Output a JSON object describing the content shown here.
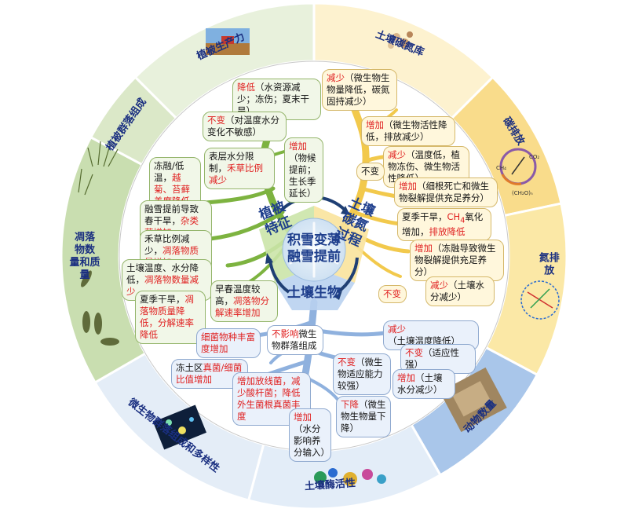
{
  "center": {
    "line1": "积雪变薄",
    "line2": "融雪提前"
  },
  "veg": {
    "label1": "植被",
    "label2": "特征"
  },
  "soil_cn": {
    "label1": "土壤",
    "label2": "碳氮",
    "label3": "过程"
  },
  "soil_bio": {
    "label": "土壤生物"
  },
  "sectors": {
    "veg_productivity": "植被生产力",
    "soil_cn_pool": "土壤碳氮库",
    "carbon_emission": "碳排放",
    "nitrogen_emission1": "氮排",
    "nitrogen_emission2": "放",
    "animal_count": "动物数量",
    "enzyme": "土壤酶活性",
    "microbe": "微生物群落组成和多样性",
    "litter1": "凋落",
    "litter2": "物数",
    "litter3": "量和质",
    "litter4": "量",
    "veg_community": "植被群落组成"
  },
  "icon_labels": {
    "ch4": "CH₄",
    "co2": "CO₂",
    "ch2o": "(CH₂O)ₙ"
  },
  "boxes": {
    "v1": {
      "em": "降低",
      "text": "（水资源减少；冻伤；夏末干旱）"
    },
    "v2": {
      "em": "不变",
      "text": "（对温度水分变化不敏感）"
    },
    "v3": {
      "text": "表层水分限制，",
      "em": "禾草比例减少"
    },
    "v4": {
      "em": "增加",
      "text": "（物候提前；生长季延长）"
    },
    "v5": {
      "text": "冻融/低温，",
      "em": "越菊、苔藓盖度降低"
    },
    "v6": {
      "text": "融雪提前导致春干旱，",
      "em": "杂类草增加"
    },
    "v7": {
      "text": "禾草比例减少，",
      "em": "凋落物质量增加"
    },
    "v8": {
      "text": "土壤温度、水分降低，",
      "em": "凋落物数量减少"
    },
    "v9": {
      "text": "早春温度较高，",
      "em": "凋落物分解速率增加"
    },
    "v10": {
      "text": "夏季干旱，",
      "em": "凋落物质量降低，分解速率降低"
    },
    "c1": {
      "em": "减少",
      "text": "（微生物生物量降低，碳氮固持减少）"
    },
    "c2": {
      "em": "增加",
      "text": "（微生物活性降低，排放减少）"
    },
    "c3": {
      "em": "减少",
      "text": "（温度低，植物冻伤、微生物活性降低）"
    },
    "c_nochange": {
      "text": "不变"
    },
    "c4": {
      "em": "增加",
      "text": "（细根死亡和微生物裂解提供充足养分）"
    },
    "c5": {
      "text": "夏季干旱，",
      "em1": "CH",
      "sub": "4",
      "text2": "氧化增加，",
      "em2": "排放降低"
    },
    "c6": {
      "em": "增加",
      "text": "（冻融导致微生物裂解提供充足养分）"
    },
    "c7": {
      "em": "减少",
      "text": "（土壤水分减少）"
    },
    "c8": {
      "text": "不变"
    },
    "b1": {
      "em": "细菌物种丰富度增加"
    },
    "b2": {
      "em": "不影响",
      "text": "微生物群落组成"
    },
    "b3": {
      "em": "减少",
      "text": "（土壤温度降低）"
    },
    "b4": {
      "em": "不变",
      "text": "（适应性强）"
    },
    "b5": {
      "text": "冻土区",
      "em": "真菌/细菌比值增加"
    },
    "b6": {
      "em": "不变",
      "text": "（微生物适应能力较强）"
    },
    "b7": {
      "em": "增加",
      "text": "（土壤水分减少）"
    },
    "b8": {
      "em": "增加放线菌，减少酸杆菌；降低外生菌根真菌丰度"
    },
    "b9": {
      "em": "下降",
      "text": "（微生物生物量下降）"
    },
    "b10": {
      "em": "增加",
      "text": "（水分影响养分输入）"
    }
  },
  "colors": {
    "veg": "#8cc152",
    "soil": "#f0c93c",
    "bio": "#7ea6da",
    "emph": "#e02020",
    "title": "#1e3e8c"
  }
}
